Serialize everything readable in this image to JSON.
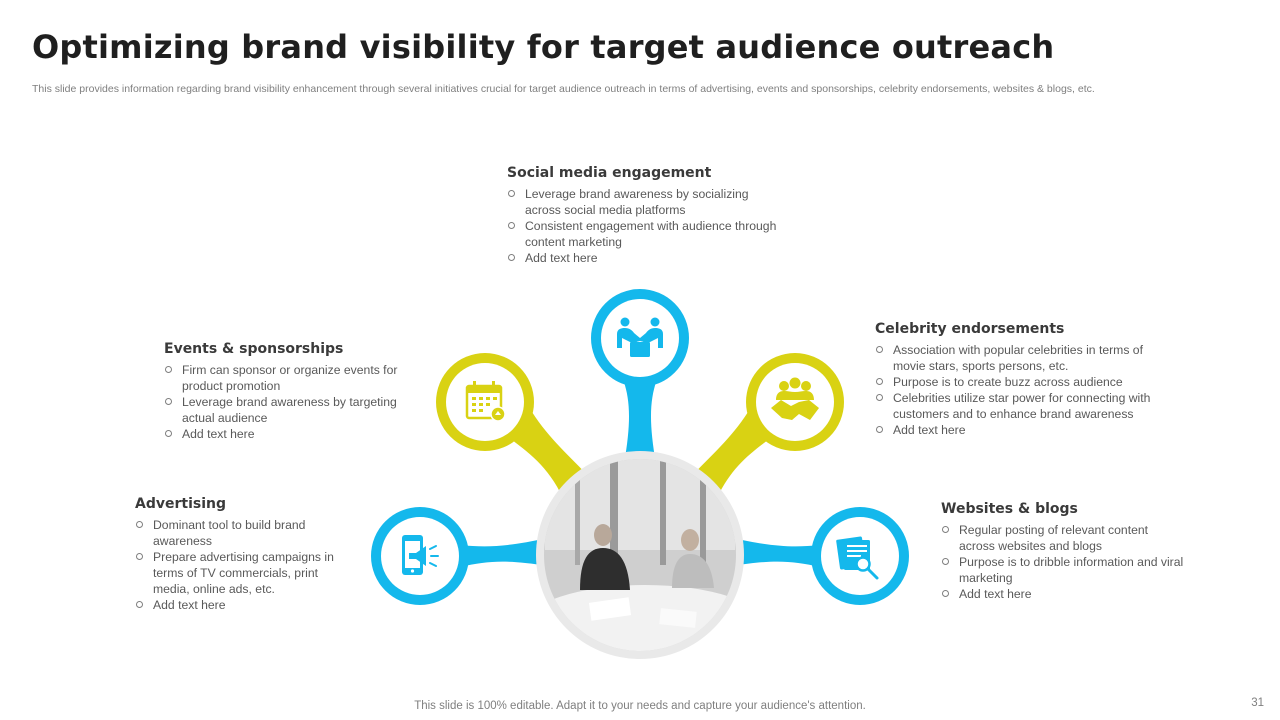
{
  "title": "Optimizing brand visibility for target audience outreach",
  "subtitle": "This slide provides information regarding brand visibility enhancement through several initiatives crucial for target audience outreach in terms of advertising, events and sponsorships, celebrity endorsements, websites & blogs, etc.",
  "colors": {
    "yellow": "#d9d213",
    "blue": "#14b8ec",
    "title": "#1f1f1f",
    "text": "#595959"
  },
  "center_image": {
    "icon": "business-meeting-photo"
  },
  "sections": {
    "social_media": {
      "heading": "Social media engagement",
      "icon": "team-handshake-icon",
      "bullets": [
        "Leverage  brand awareness  by socializing across social media platforms",
        "Consistent engagement  with audience through content marketing",
        "Add text here"
      ]
    },
    "events": {
      "heading": "Events & sponsorships",
      "icon": "calendar-icon",
      "bullets": [
        "Firm can sponsor or organize events for product promotion",
        "Leverage  brand awareness  by targeting actual audience",
        "Add text here"
      ]
    },
    "celebrity": {
      "heading": "Celebrity endorsements",
      "icon": "handshake-group-icon",
      "bullets": [
        "Association with popular celebrities in terms of movie stars, sports persons, etc.",
        "Purpose is to create buzz across audience",
        "Celebrities utilize star power for connecting with customers and to enhance brand awareness",
        "Add text here"
      ]
    },
    "advertising": {
      "heading": "Advertising",
      "icon": "mobile-megaphone-icon",
      "bullets": [
        "Dominant tool to build brand awareness",
        "Prepare advertising campaigns in terms of TV commercials, print media, online ads, etc.",
        "Add text here"
      ]
    },
    "websites": {
      "heading": "Websites & blogs",
      "icon": "documents-search-icon",
      "bullets": [
        "Regular posting of relevant  content across websites and blogs",
        "Purpose is to dribble information  and viral marketing",
        "Add text here"
      ]
    }
  },
  "footer": "This slide is 100% editable. Adapt it to your needs and capture your audience's attention.",
  "page_number": "31"
}
